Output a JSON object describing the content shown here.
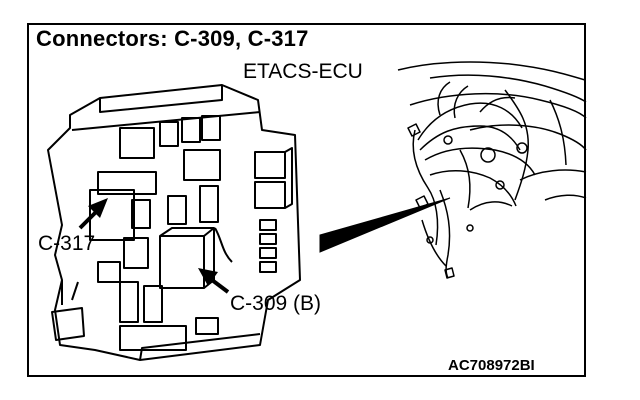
{
  "title": "Connectors: C-309, C-317",
  "labels": {
    "ecu": "ETACS-ECU",
    "connector_317": "C-317",
    "connector_309": "C-309 (B)"
  },
  "figure_code": "AC708972BI",
  "colors": {
    "line": "#000000",
    "background": "#ffffff"
  }
}
